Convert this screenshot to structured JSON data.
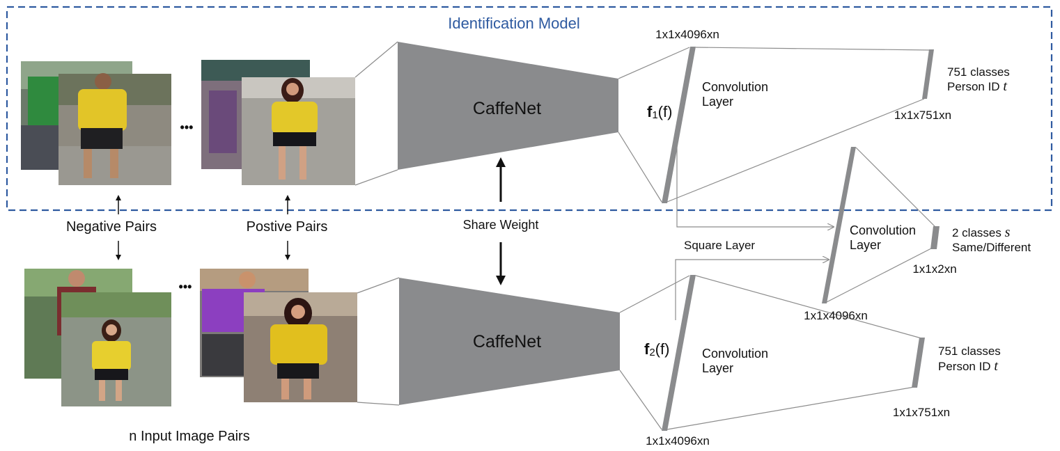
{
  "colors": {
    "box_border": "#2e5aa0",
    "title": "#2e5aa0",
    "network": "#8a8b8d",
    "line": "#8c8c8c",
    "text": "#111111"
  },
  "title": "Identification Model",
  "top": {
    "caffenet": "CaffeNet",
    "feature_dim": "1x1x4096xn",
    "feature_name_main": "f",
    "feature_name_sub": "1",
    "feature_name_arg": "(f)",
    "conv_line1": "Convolution",
    "conv_line2": "Layer",
    "out_line1": "751 classes",
    "out_line2": "Person ID",
    "out_symbol": "t",
    "out_dim": "1x1x751xn"
  },
  "bottom": {
    "caffenet": "CaffeNet",
    "feature_dim": "1x1x4096xn",
    "feature_name_main": "f",
    "feature_name_sub": "2",
    "feature_name_arg": "(f)",
    "conv_line1": "Convolution",
    "conv_line2": "Layer",
    "out_line1": "751 classes",
    "out_line2": "Person ID",
    "out_symbol": "t",
    "out_dim": "1x1x751xn"
  },
  "verification": {
    "square_layer": "Square Layer",
    "conv_line1": "Convolution",
    "conv_line2": "Layer",
    "feature_dim": "1x1x4096xn",
    "out_line1": "2 classes",
    "out_symbol": "s",
    "out_line2": "Same/Different",
    "out_dim": "1x1x2xn"
  },
  "inputs": {
    "negative_pairs": "Negative Pairs",
    "positive_pairs": "Postive Pairs",
    "ellipsis": "•••",
    "caption": "n Input Image Pairs"
  },
  "share_weight": "Share Weight"
}
